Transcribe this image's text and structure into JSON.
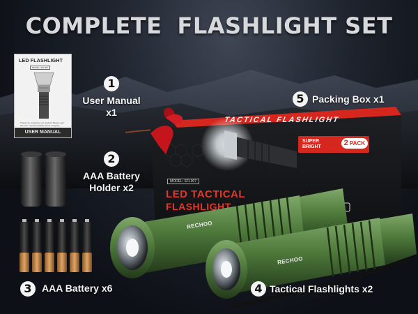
{
  "header": {
    "title_left": "COMPLETE",
    "title_right": "FLASHLIGHT SET"
  },
  "manual": {
    "cover_title": "LED FLASHLIGHT",
    "cover_model": "MODEL: SFL007",
    "fine_print": "Thanks for supporting our product! Please read this user manual carefully before using the flashlight.",
    "footer": "USER MANUAL"
  },
  "items": [
    {
      "number": "1",
      "line1": "User Manual",
      "line2": "x1"
    },
    {
      "number": "2",
      "line1": "AAA Battery",
      "line2": "Holder x2"
    },
    {
      "number": "3",
      "line1": "AAA Battery x6"
    },
    {
      "number": "4",
      "line1": "Tactical Flashlights x2"
    },
    {
      "number": "5",
      "line1": "Packing Box x1"
    }
  ],
  "box": {
    "header_text": "TACTICAL FLASHLIGHT",
    "model": "MODEL: SFL007",
    "led_text": "LED TACTICAL",
    "fl_text": "FLASHLIGHT",
    "badge_line1": "SUPER",
    "badge_line2": "BRIGHT",
    "badge_pack_num": "2",
    "badge_pack_word": "PACK"
  },
  "brand": "RECHOO",
  "colors": {
    "accent_red": "#d6271f",
    "flashlight_green": "#4f7a3c",
    "battery_gold": "#c9894a"
  }
}
